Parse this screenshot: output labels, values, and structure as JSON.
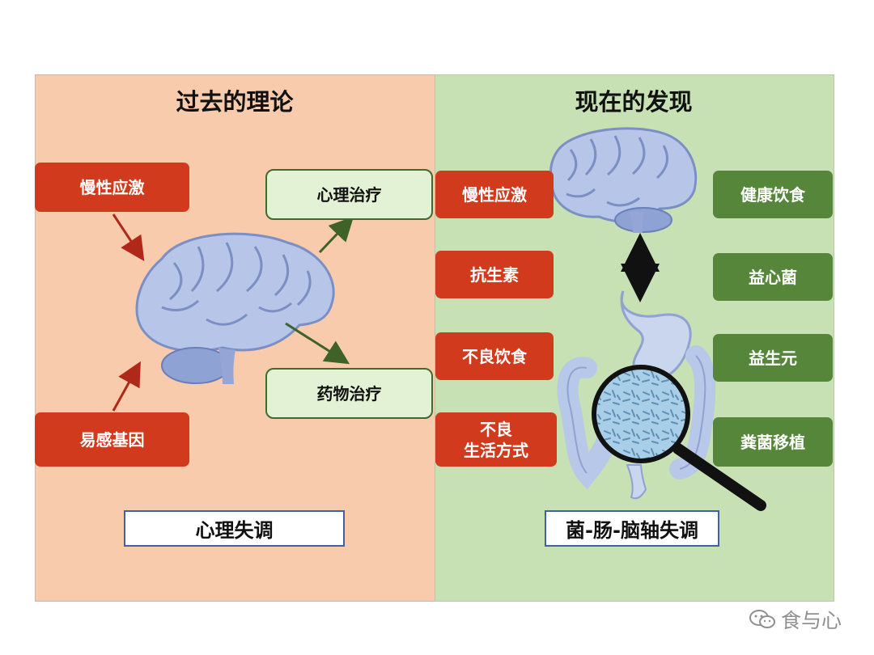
{
  "left": {
    "title": "过去的理论",
    "causes": [
      "慢性应激",
      "易感基因"
    ],
    "treatments": [
      "心理治疗",
      "药物治疗"
    ],
    "verdict": "心理失调"
  },
  "right": {
    "title": "现在的发现",
    "causes": [
      "慢性应激",
      "抗生素",
      "不良饮食",
      "不良\n生活方式"
    ],
    "treatments": [
      "健康饮食",
      "益心菌",
      "益生元",
      "粪菌移植"
    ],
    "verdict": "菌-肠-脑轴失调"
  },
  "watermark": "食与心",
  "colors": {
    "left_bg": "#f7cbab",
    "right_bg": "#c7e0b4",
    "cause_box": "#d23a1e",
    "treatment_box": "#55863a"
  }
}
